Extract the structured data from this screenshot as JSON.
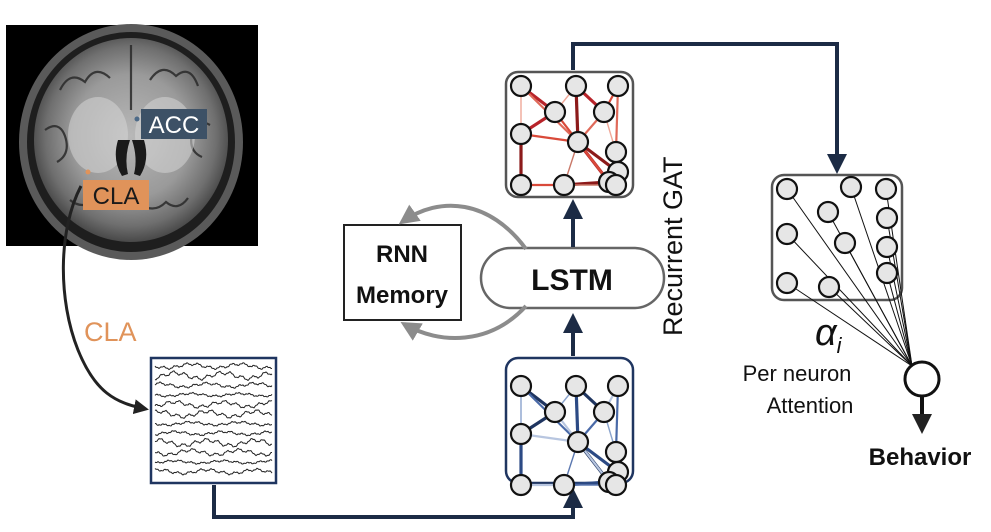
{
  "brain": {
    "region_acc": "ACC",
    "region_cla": "CLA",
    "colors": {
      "acc": "#3d5166",
      "cla": "#e0935a"
    }
  },
  "signal": {
    "label": "CLA",
    "label_color": "#e0935a"
  },
  "memory": {
    "line1": "RNN",
    "line2": "Memory"
  },
  "lstm": {
    "label": "LSTM"
  },
  "gat": {
    "label": "Recurrent GAT"
  },
  "attention": {
    "symbol": "αi",
    "line1": "Per neuron",
    "line2": "Attention"
  },
  "output": {
    "label": "Behavior"
  },
  "colors": {
    "arrow_dark": "#1c2b45",
    "arrow_gray": "#8c8c8c",
    "node_fill": "#e6e6e6",
    "graph_border": "#555555",
    "input_graph_border": "#1f3560",
    "trace_border": "#1f3560",
    "edge_red": "#c0392b",
    "edge_blue": "#3a5a9a"
  },
  "icons": [
    "brain-mri-icon",
    "eeg-traces-icon",
    "graph-network-icon",
    "neuron-output-icon"
  ]
}
